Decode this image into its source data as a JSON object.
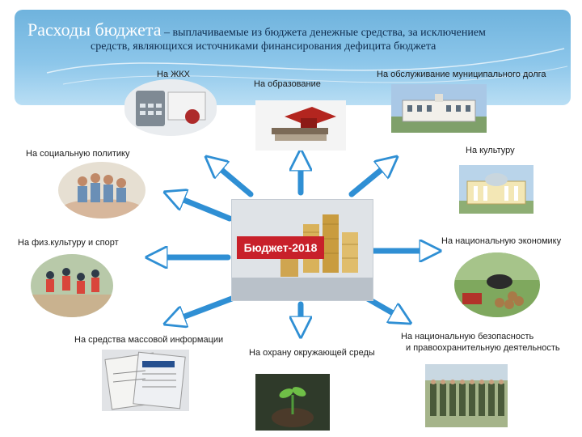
{
  "header": {
    "title_main": "Расходы бюджета",
    "title_rest": " – выплачиваемые из бюджета денежные средства, за исключением",
    "title_line2": "средств, являющихся источниками финансирования дефицита бюджета"
  },
  "center": {
    "badge": "Бюджет-2018"
  },
  "categories": {
    "zhkh": "На ЖКХ",
    "education": "На образование",
    "debt": "На обслуживание муниципального долга",
    "social": "На социальную политику",
    "culture": "На культуру",
    "sport": "На физ.культуру и спорт",
    "economy": "На национальную экономику",
    "media": "На средства массовой информации",
    "environment": "На охрану окружающей среды",
    "security_1": "На национальную безопасность",
    "security_2": "и правоохранительную деятельность"
  },
  "colors": {
    "arrow": "#2f8fd4",
    "badge": "#c8202a",
    "banner": "#7fbde6"
  }
}
